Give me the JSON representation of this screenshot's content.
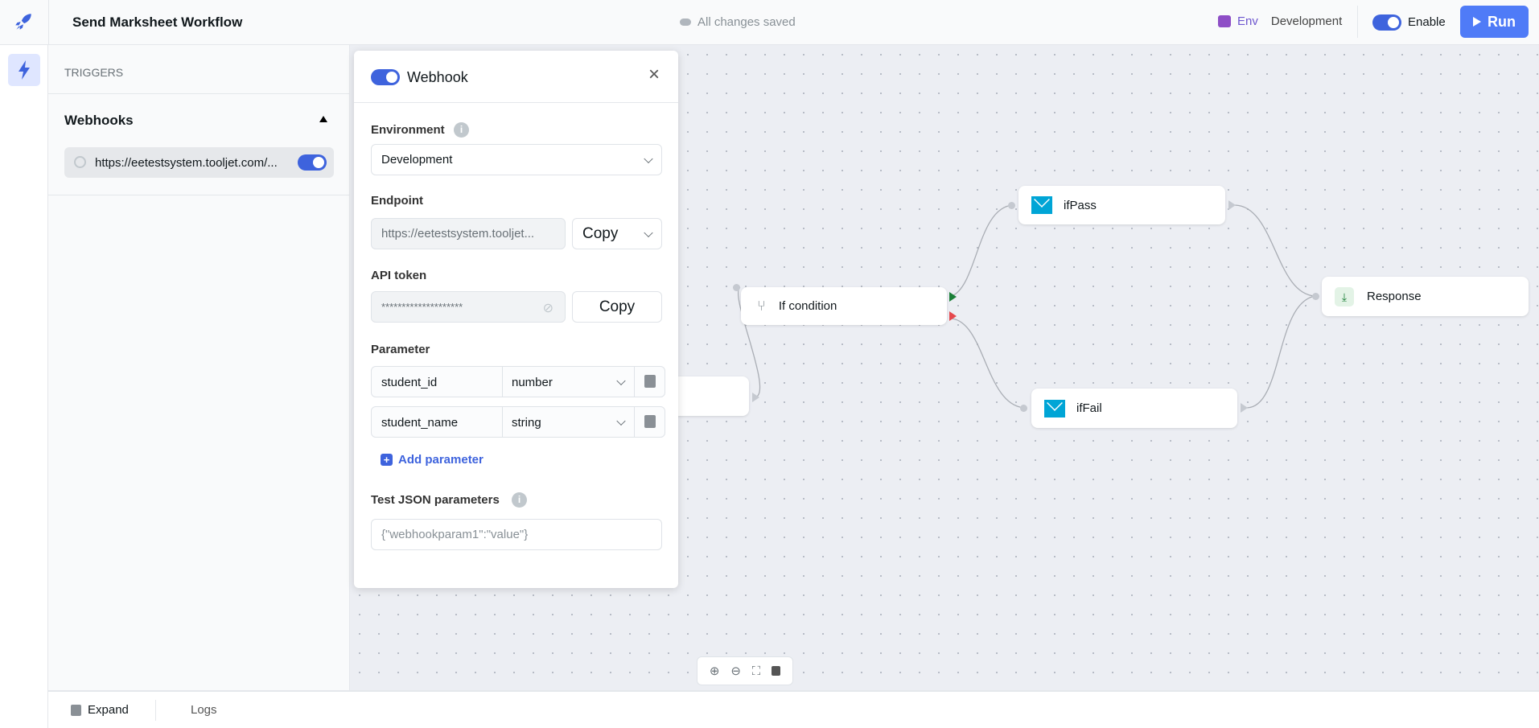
{
  "header": {
    "title": "Send Marksheet Workflow",
    "save_status": "All changes saved",
    "env_label": "Env",
    "env_value": "Development",
    "enable_label": "Enable",
    "run_label": "Run"
  },
  "sidebar": {
    "section": "TRIGGERS",
    "group": "Webhooks",
    "webhook_url": "https://eetestsystem.tooljet.com/..."
  },
  "panel": {
    "title": "Webhook",
    "environment_label": "Environment",
    "environment_value": "Development",
    "endpoint_label": "Endpoint",
    "endpoint_value": "https://eetestsystem.tooljet...",
    "copy_select": "Copy",
    "api_token_label": "API token",
    "api_token_value": "********************",
    "copy_button": "Copy",
    "parameter_label": "Parameter",
    "parameters": [
      {
        "name": "student_id",
        "type": "number"
      },
      {
        "name": "student_name",
        "type": "string"
      }
    ],
    "add_parameter": "Add parameter",
    "test_json_label": "Test JSON parameters",
    "test_json_placeholder": "{\"webhookparam1\":\"value\"}"
  },
  "nodes": {
    "if_condition": "If condition",
    "if_pass": "ifPass",
    "if_fail": "ifFail",
    "response": "Response"
  },
  "bottom": {
    "expand": "Expand",
    "logs": "Logs"
  },
  "colors": {
    "accent": "#3e63dd",
    "run": "#4f7bf7",
    "pass": "#1a7f37",
    "fail": "#e5484d",
    "mail": "#00a5d6"
  }
}
